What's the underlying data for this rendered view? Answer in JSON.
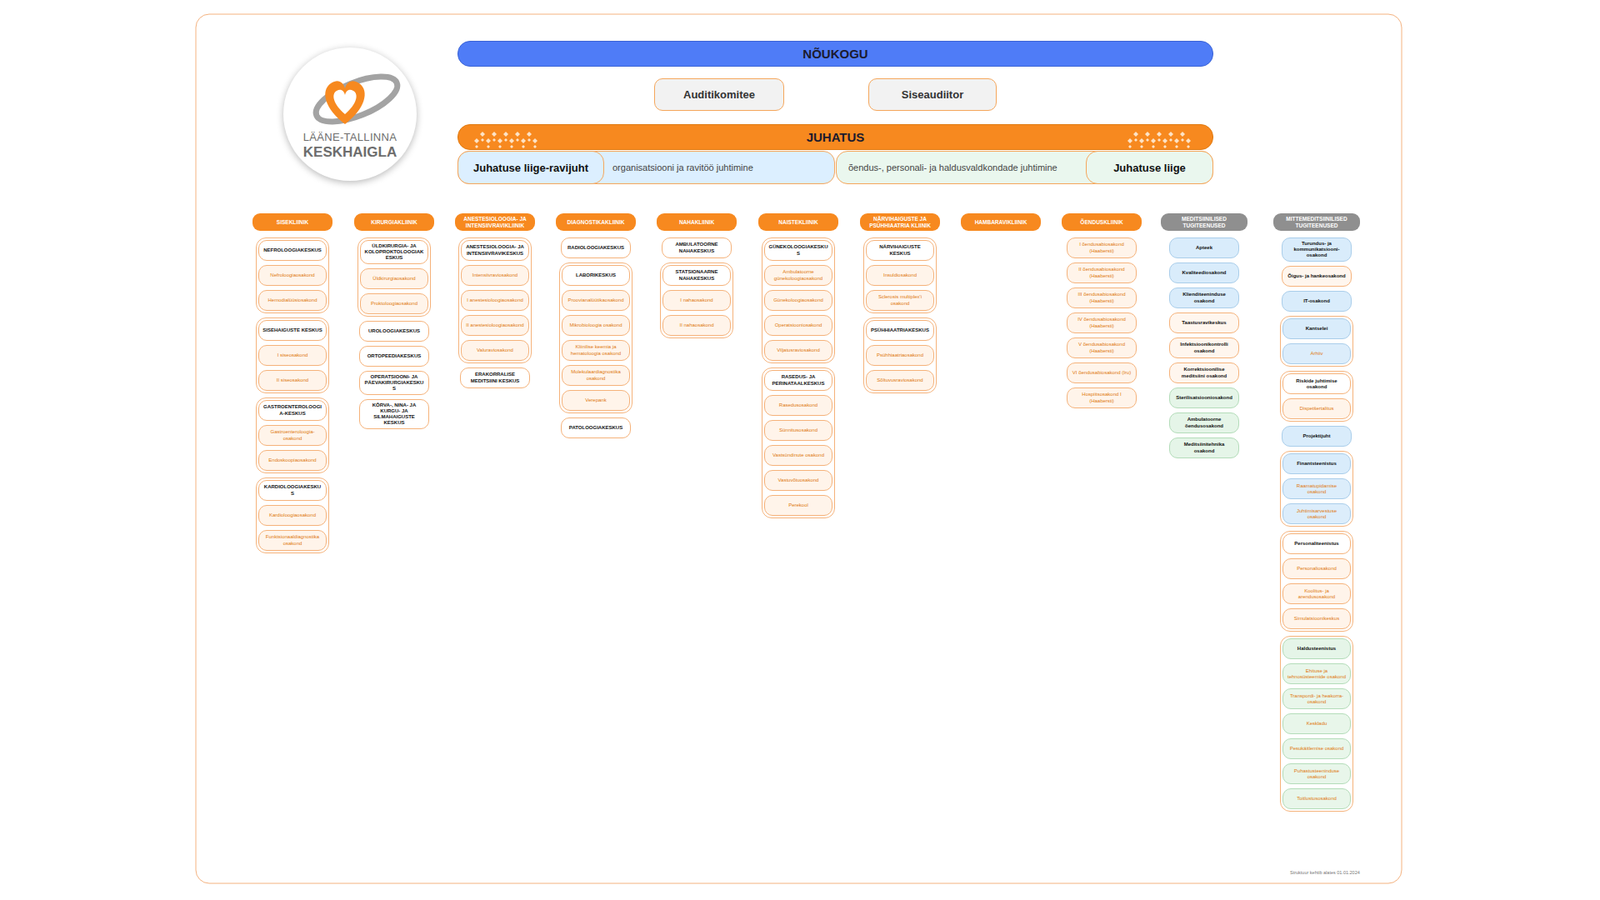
{
  "diagram": {
    "nodes": [
      {
        "text": [
          "LÄÄNE-TALLINNA",
          "KESKHAIGLA"
        ]
      },
      {
        "text": [
          "NÕUKOGU"
        ]
      },
      {
        "text": [
          "Auditikomitee"
        ]
      },
      {
        "text": [
          "Siseaudiitor"
        ]
      },
      {
        "text": [
          "JUHATUS"
        ]
      },
      {
        "text": [
          "organisatsiooni ja ravitöö juhtimine"
        ]
      },
      {
        "text": [
          "Juhatuse liige-ravijuht"
        ],
        "in": 5
      },
      {
        "text": [
          "õendus-, personali- ja haldusvaldkondade juhtimine"
        ]
      },
      {
        "text": [
          "Juhatuse liige"
        ],
        "in": 7
      },
      {
        "text": [
          "SISEKLIINIK"
        ]
      },
      {
        "text": [
          "NEFROLOOGIAKESKUS"
        ]
      },
      {
        "text": [
          "Nefroloogiaosakond"
        ],
        "in": 10
      },
      {
        "text": [
          "Hemodialüüsiosakond"
        ],
        "in": 10
      },
      {
        "text": [
          "SISEHAIGUSTE KESKUS"
        ]
      },
      {
        "text": [
          "I siseosakond"
        ],
        "in": 13
      },
      {
        "text": [
          "II siseosakond"
        ],
        "in": 13
      },
      {
        "text": [
          "GASTROENTEROLOOGIA-KESKUS"
        ]
      },
      {
        "text": [
          "Gastroenteroloogia-osakond"
        ],
        "in": 16
      },
      {
        "text": [
          "Endoskoopiaosakond"
        ],
        "in": 16
      },
      {
        "text": [
          "KARDIOLOOGIAKESKUS"
        ]
      },
      {
        "text": [
          "Kardioloogiaosakond"
        ],
        "in": 19
      },
      {
        "text": [
          "Funktsionaaldiagnostika osakond"
        ],
        "in": 19
      },
      {
        "text": [
          "KIRURGIAKLIINIK"
        ]
      },
      {
        "text": [
          "ÜLDKIRURGIA- JA KOLOPROKTOLOOGIAKESKUS"
        ]
      },
      {
        "text": [
          "Üldkirurgiaosakond"
        ],
        "in": 23
      },
      {
        "text": [
          "Proktoloogiaosakond"
        ],
        "in": 23
      },
      {
        "text": [
          "UROLOOGIAKESKUS"
        ]
      },
      {
        "text": [
          "ORTOPEEDIAKESKUS"
        ]
      },
      {
        "text": [
          "OPERATSIOONI- JA PÄEVAKIRURGIAKESKUS"
        ]
      },
      {
        "text": [
          "KÕRVA-, NINA- JA KURGU- JA SILMAHAIGUSTE KESKUS"
        ]
      },
      {
        "text": [
          "ANESTESIOLOOGIA- JA INTENSIIVRAVIKLIINIK"
        ]
      },
      {
        "text": [
          "ANESTESIOLOOGIA- JA INTENSIIVRAVIKESKUS"
        ]
      },
      {
        "text": [
          "Intensiivraviosakond"
        ],
        "in": 31
      },
      {
        "text": [
          "I anestesioloogiaosakond"
        ],
        "in": 31
      },
      {
        "text": [
          "II anestesioloogiaosakond"
        ],
        "in": 31
      },
      {
        "text": [
          "Valuraviosakond"
        ],
        "in": 31
      },
      {
        "text": [
          "ERAKORRALISE MEDITSIINI KESKUS"
        ]
      },
      {
        "text": [
          "DIAGNOSTIKAKLIINIK"
        ]
      },
      {
        "text": [
          "RADIOLOOGIAKESKUS"
        ]
      },
      {
        "text": [
          "LABORIKESKUS"
        ]
      },
      {
        "text": [
          "Proovianalüütikaosakond"
        ],
        "in": 39
      },
      {
        "text": [
          "Mikrobioloogia osakond"
        ],
        "in": 39
      },
      {
        "text": [
          "Kliinilise keemia ja hematoloogia osakond"
        ],
        "in": 39
      },
      {
        "text": [
          "Molekulaardiagnostika osakond"
        ],
        "in": 39
      },
      {
        "text": [
          "Verepank"
        ],
        "in": 39
      },
      {
        "text": [
          "PATOLOOGIAKESKUS"
        ]
      },
      {
        "text": [
          "NAHAKLIINIK"
        ]
      },
      {
        "text": [
          "AMBULATOORNE NAHAKESKUS"
        ]
      },
      {
        "text": [
          "STATSIONAARNE NAHAKESKUS"
        ]
      },
      {
        "text": [
          "I nahaosakond"
        ],
        "in": 48
      },
      {
        "text": [
          "II nahaosakond"
        ],
        "in": 48
      },
      {
        "text": [
          "NAISTEKLIINIK"
        ]
      },
      {
        "text": [
          "GÜNEKOLOOGIAKESKUS"
        ]
      },
      {
        "text": [
          "Ambulatoorne günekoloogiaosakond"
        ],
        "in": 52
      },
      {
        "text": [
          "Günekoloogiaosakond"
        ],
        "in": 52
      },
      {
        "text": [
          "Operatsiooniosakond"
        ],
        "in": 52
      },
      {
        "text": [
          "Viljatusraviosakond"
        ],
        "in": 52
      },
      {
        "text": [
          "RASEDUS- JA PERINATAALKESKUS"
        ]
      },
      {
        "text": [
          "Rasedusosakond"
        ],
        "in": 57
      },
      {
        "text": [
          "Sünnitusosakond"
        ],
        "in": 57
      },
      {
        "text": [
          "Vastsündinute osakond"
        ],
        "in": 57
      },
      {
        "text": [
          "Vastuvõtuosakond"
        ],
        "in": 57
      },
      {
        "text": [
          "Perekool"
        ],
        "in": 57
      },
      {
        "text": [
          "NÄRVIHAIGUSTE JA PSÜHHIAATRIA KLIINIK"
        ]
      },
      {
        "text": [
          "NÄRVIHAIGUSTE KESKUS"
        ]
      },
      {
        "text": [
          "Insuldiosakond"
        ],
        "in": 64
      },
      {
        "text": [
          "Sclerosis multiplex'i osakond"
        ],
        "in": 64
      },
      {
        "text": [
          "PSÜHHIAATRIAKESKUS"
        ]
      },
      {
        "text": [
          "Psühhiaatriaosakond"
        ],
        "in": 67
      },
      {
        "text": [
          "Sõltuvusraviosakond"
        ],
        "in": 67
      },
      {
        "text": [
          "HAMBARAVIKLIINIK"
        ]
      },
      {
        "text": [
          "ÕENDUSKLIINIK"
        ]
      },
      {
        "text": [
          "I õendusabiosakond (Haabersti)"
        ]
      },
      {
        "text": [
          "II õendusabiosakond (Haabersti)"
        ]
      },
      {
        "text": [
          "III õendusabiosakond (Haabersti)"
        ]
      },
      {
        "text": [
          "IV õendusabiosakond (Haabersti)"
        ]
      },
      {
        "text": [
          "V õendusabiosakond (Haabersti)"
        ]
      },
      {
        "text": [
          "VI õendusabiosakond (Iru)"
        ]
      },
      {
        "text": [
          "Hospiitsosakond I (Haabersti)"
        ]
      },
      {
        "text": [
          "MEDITSIINILISED TUGITEENUSED"
        ]
      },
      {
        "text": [
          "Apteek"
        ]
      },
      {
        "text": [
          "Kvaliteediosakond"
        ]
      },
      {
        "text": [
          "Klienditeeninduse osakond"
        ]
      },
      {
        "text": [
          "Taastusravikeskus"
        ]
      },
      {
        "text": [
          "Infektsioonikontrolli osakond"
        ]
      },
      {
        "text": [
          "Korrektsioonilise meditsiini osakond"
        ]
      },
      {
        "text": [
          "Sterilisatsiooniosakond"
        ]
      },
      {
        "text": [
          "Ambulatoorne õendusosakond"
        ]
      },
      {
        "text": [
          "Meditsiinitehnika osakond"
        ]
      },
      {
        "text": [
          "MITTEMEDITSIINILISED TUGITEENUSED"
        ]
      },
      {
        "text": [
          "Turundus- ja kommunikatsiooni-osakond"
        ]
      },
      {
        "text": [
          "Õigus- ja hankeosakond"
        ]
      },
      {
        "text": [
          "IT-osakond"
        ]
      },
      {
        "text": [
          "Kantselei"
        ]
      },
      {
        "text": [
          "Arhiiv"
        ],
        "in": 93
      },
      {
        "text": [
          "Riskide juhtimise osakond"
        ]
      },
      {
        "text": [
          "Dispetšertalitus"
        ],
        "in": 95
      },
      {
        "text": [
          "Projektijuht"
        ]
      },
      {
        "text": [
          "Finantsteenistus"
        ]
      },
      {
        "text": [
          "Raamatupidamise osakond"
        ],
        "in": 98
      },
      {
        "text": [
          "Juhtimisarvestuse osakond"
        ],
        "in": 98
      },
      {
        "text": [
          "Personaliteenistus"
        ]
      },
      {
        "text": [
          "Personaliosakond"
        ],
        "in": 101
      },
      {
        "text": [
          "Koolitus- ja arendusosakond"
        ],
        "in": 101
      },
      {
        "text": [
          "Simulatsioonikeskus"
        ],
        "in": 101
      },
      {
        "text": [
          "Haldusteenistus"
        ]
      },
      {
        "text": [
          "Ehituse ja tehnosüsteemide osakond"
        ],
        "in": 105
      },
      {
        "text": [
          "Transpordi- ja heakorra-osakond"
        ],
        "in": 105
      },
      {
        "text": [
          "Keskladu"
        ],
        "in": 105
      },
      {
        "text": [
          "Pesukäitlemise osakond"
        ],
        "in": 105
      },
      {
        "text": [
          "Puhastusteeninduse osakond"
        ],
        "in": 105
      },
      {
        "text": [
          "Toitlustusosakond"
        ],
        "in": 105
      }
    ],
    "labels": [
      "Struktuur kehtib alates 01.01.2024"
    ]
  }
}
